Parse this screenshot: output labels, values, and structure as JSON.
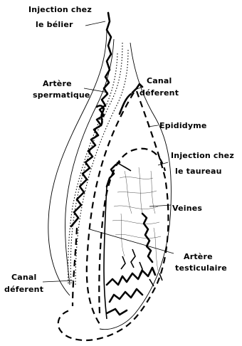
{
  "figure": {
    "labels": {
      "injection_belier_1": "Injection chez",
      "injection_belier_2": "le bélier",
      "artere_spermatique_1": "Artère",
      "artere_spermatique_2": "spermatique",
      "canal_deferent_top_1": "Canal",
      "canal_deferent_top_2": "déferent",
      "epididyme": "Epididyme",
      "injection_taureau_1": "Injection chez",
      "injection_taureau_2": "le taureau",
      "veines": "Veines",
      "artere_testiculaire_1": "Artère",
      "artere_testiculaire_2": "testiculaire",
      "canal_deferent_bottom_1": "Canal",
      "canal_deferent_bottom_2": "déferent"
    }
  }
}
